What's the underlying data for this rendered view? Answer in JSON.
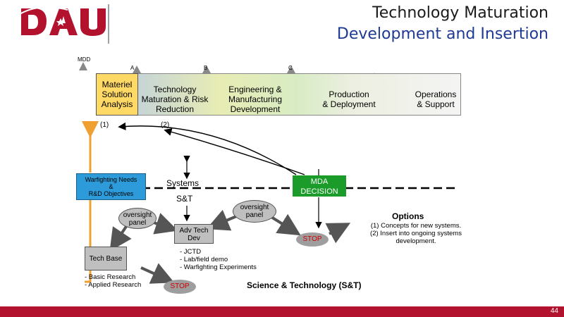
{
  "header": {
    "logo_text": "DAU",
    "title_line1": "Technology Maturation",
    "title_line2": "Development and Insertion"
  },
  "milestones": {
    "mdd": "MDD",
    "a": "A",
    "b": "B",
    "c": "C"
  },
  "phases": {
    "materiel": [
      "Materiel",
      "Solution",
      "Analysis"
    ],
    "technology": [
      "Technology",
      "Maturation & Risk",
      "Reduction"
    ],
    "engineering": [
      "Engineering &",
      "Manufacturing",
      "Development"
    ],
    "production": [
      "Production",
      "& Deployment"
    ],
    "operations": [
      "Operations",
      "& Support"
    ]
  },
  "refs": {
    "one": "(1)",
    "two": "(2)"
  },
  "warfighting": [
    "Warfighting Needs",
    "&",
    "R&D Objectives"
  ],
  "systems": "Systems",
  "st": "S&T",
  "mda": [
    "MDA",
    "DECISION"
  ],
  "oversight_left": [
    "oversight",
    "panel"
  ],
  "oversight_right": [
    "oversight",
    "panel"
  ],
  "adv_tech": [
    "Adv Tech",
    "Dev"
  ],
  "tech_base": "Tech Base",
  "stop_right": "STOP",
  "stop_left": "STOP",
  "adv_list": [
    "- JCTD",
    "- Lab/field demo",
    "- Warfighting Experiments"
  ],
  "base_list": [
    "- Basic Research",
    "- Applied Research"
  ],
  "options": {
    "title": "Options",
    "lines": [
      "(1) Concepts for new systems.",
      "(2) Insert into ongoing systems",
      "development."
    ]
  },
  "st_label": "Science & Technology (S&T)",
  "page_number": "44",
  "colors": {
    "brand_red": "#b3122e",
    "title_blue": "#1f3a93",
    "mda_green": "#1a9b2a",
    "warfighting_blue": "#2d9bd9",
    "materiel_yellow": "#ffd966",
    "stop_red": "#d00000"
  }
}
